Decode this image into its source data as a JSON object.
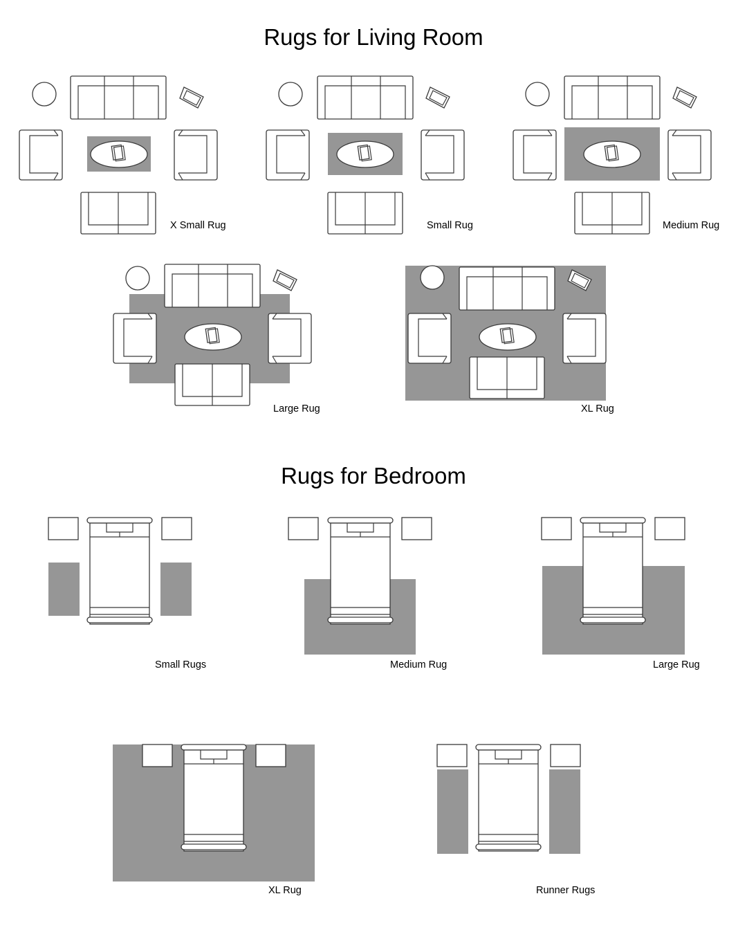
{
  "titles": {
    "living_room": "Rugs for Living Room",
    "bedroom": "Rugs for Bedroom"
  },
  "colors": {
    "rug": "#969696",
    "line": "#3a3a3a",
    "background": "#ffffff"
  },
  "living_room": {
    "x_small": "X Small Rug",
    "small": "Small Rug",
    "medium": "Medium Rug",
    "large": "Large Rug",
    "xl": "XL Rug"
  },
  "bedroom": {
    "small": "Small Rugs",
    "medium": "Medium Rug",
    "large": "Large Rug",
    "xl": "XL Rug",
    "runner": "Runner Rugs"
  }
}
